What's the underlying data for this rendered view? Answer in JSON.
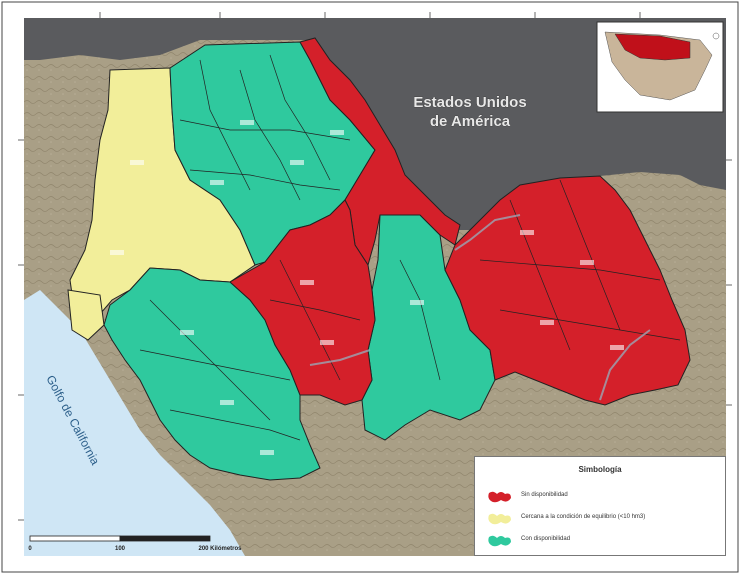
{
  "map": {
    "neighbor_country_label_line1": "Estados Unidos",
    "neighbor_country_label_line2": "de América",
    "gulf_label": "Golfo de California",
    "scale": {
      "left_label": "0",
      "mid_label": "100",
      "right_label": "200 Kilómetros"
    },
    "colors": {
      "sin_disponibilidad": "#d4202a",
      "cercana": "#f2ee9a",
      "con_disponibilidad": "#2fc99e",
      "usa": "#5a5b5e",
      "sea": "#cfe6f5",
      "terrain": "#a99f86"
    }
  },
  "legend": {
    "title": "Simbología",
    "items": [
      {
        "label": "Sin disponibilidad",
        "color": "#d4202a"
      },
      {
        "label": "Cercana a la condición de equilibrio (<10 hm3)",
        "color": "#f2ee9a"
      },
      {
        "label": "Con disponibilidad",
        "color": "#2fc99e"
      }
    ]
  },
  "inset": {
    "colors": {
      "highlight": "#c0101a",
      "country": "#c9b59a",
      "sea": "#ffffff"
    }
  }
}
